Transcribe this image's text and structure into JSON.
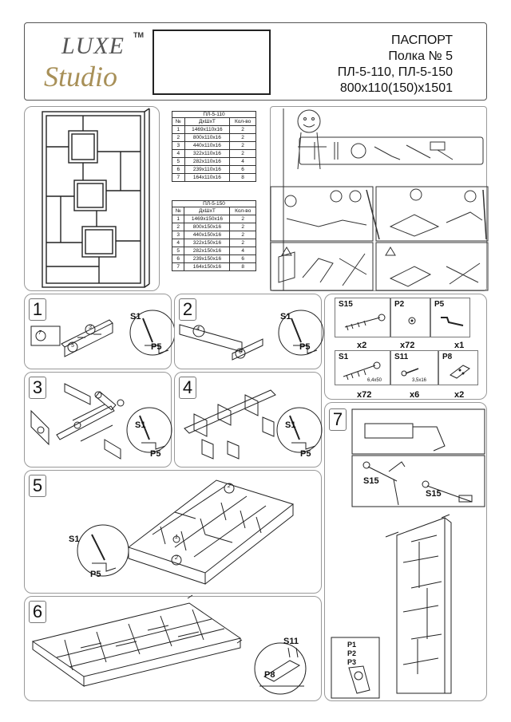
{
  "header": {
    "brand_top": "LUXE",
    "brand_tm": "TM",
    "brand_bottom": "Studio",
    "title_line1": "ПАСПОРТ",
    "title_line2": "Полка № 5",
    "title_line3": "ПЛ-5-110, ПЛ-5-150",
    "title_line4": "800х110(150)х1501"
  },
  "tables": [
    {
      "caption": "ПЛ-5-110",
      "headers": [
        "№",
        "ДхШхТ",
        "Кол-во"
      ],
      "rows": [
        [
          "1",
          "1469х110х16",
          "2"
        ],
        [
          "2",
          "800х110х16",
          "2"
        ],
        [
          "3",
          "440х110х16",
          "2"
        ],
        [
          "4",
          "322х110х16",
          "2"
        ],
        [
          "5",
          "282х110х16",
          "4"
        ],
        [
          "6",
          "239х110х16",
          "6"
        ],
        [
          "7",
          "164х110х16",
          "8"
        ]
      ]
    },
    {
      "caption": "ПЛ-5-150",
      "headers": [
        "№",
        "ДхШхТ",
        "Кол-во"
      ],
      "rows": [
        [
          "1",
          "1469х150х16",
          "2"
        ],
        [
          "2",
          "800х150х16",
          "2"
        ],
        [
          "3",
          "440х150х16",
          "2"
        ],
        [
          "4",
          "322х150х16",
          "2"
        ],
        [
          "5",
          "282х150х16",
          "4"
        ],
        [
          "6",
          "239х150х16",
          "6"
        ],
        [
          "7",
          "164х150х16",
          "8"
        ]
      ]
    }
  ],
  "steps": {
    "s1": "1",
    "s2": "2",
    "s3": "3",
    "s4": "4",
    "s5": "5",
    "s6": "6",
    "s7": "7"
  },
  "callouts": {
    "s1": "S1",
    "p5": "P5",
    "s15": "S15",
    "s11": "S11",
    "p8": "P8",
    "p1": "P1",
    "p2": "P2",
    "p3": "P3"
  },
  "part_tags": {
    "step1": [
      "7",
      "3",
      "5",
      "4"
    ],
    "step2": [
      "4",
      "6"
    ],
    "step5": [
      "2",
      "1",
      "2"
    ]
  },
  "hardware": [
    {
      "code": "S15",
      "qty": "x2",
      "size": ""
    },
    {
      "code": "P2",
      "qty": "x72",
      "size": ""
    },
    {
      "code": "P5",
      "qty": "x1",
      "size": ""
    },
    {
      "code": "S1",
      "qty": "x72",
      "size": "6,4x50"
    },
    {
      "code": "S11",
      "qty": "x6",
      "size": "3,5x16"
    },
    {
      "code": "P8",
      "qty": "x2",
      "size": ""
    }
  ]
}
